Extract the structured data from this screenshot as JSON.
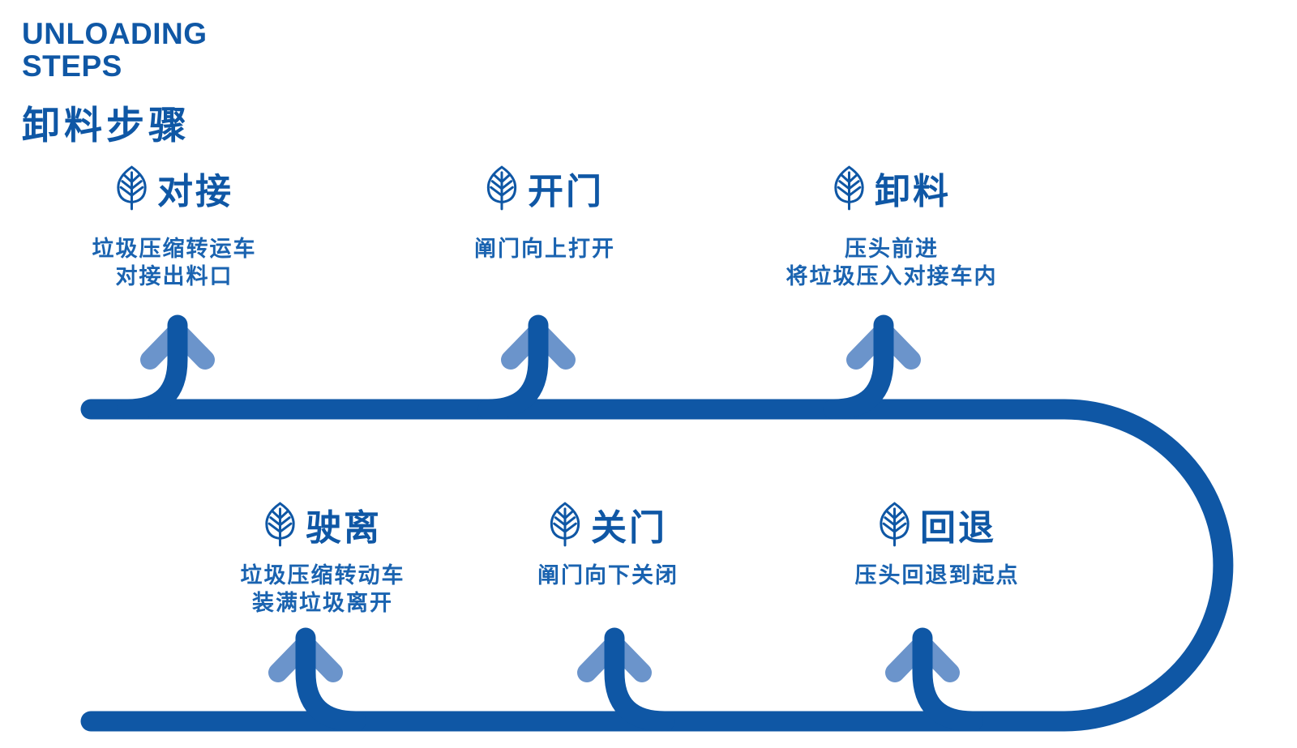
{
  "header": {
    "title_en_line1": "UNLOADING",
    "title_en_line2": "STEPS",
    "title_zh": "卸料步骤"
  },
  "steps": [
    {
      "title": "对接",
      "desc": [
        "垃圾压缩转运车",
        "对接出料口"
      ]
    },
    {
      "title": "开门",
      "desc": [
        "阐门向上打开"
      ]
    },
    {
      "title": "卸料",
      "desc": [
        "压头前进",
        "将垃圾压入对接车内"
      ]
    },
    {
      "title": "驶离",
      "desc": [
        "垃圾压缩转动车",
        "装满垃圾离开"
      ]
    },
    {
      "title": "关门",
      "desc": [
        "阐门向下关闭"
      ]
    },
    {
      "title": "回退",
      "desc": [
        "压头回退到起点"
      ]
    }
  ],
  "icons": {
    "step_icon": "leaf-icon",
    "flow_marker": "up-arrow"
  },
  "colors": {
    "primary_blue": "#0F57A5",
    "arrow_light_blue": "#6B94CB",
    "background": "#FFFFFF"
  }
}
